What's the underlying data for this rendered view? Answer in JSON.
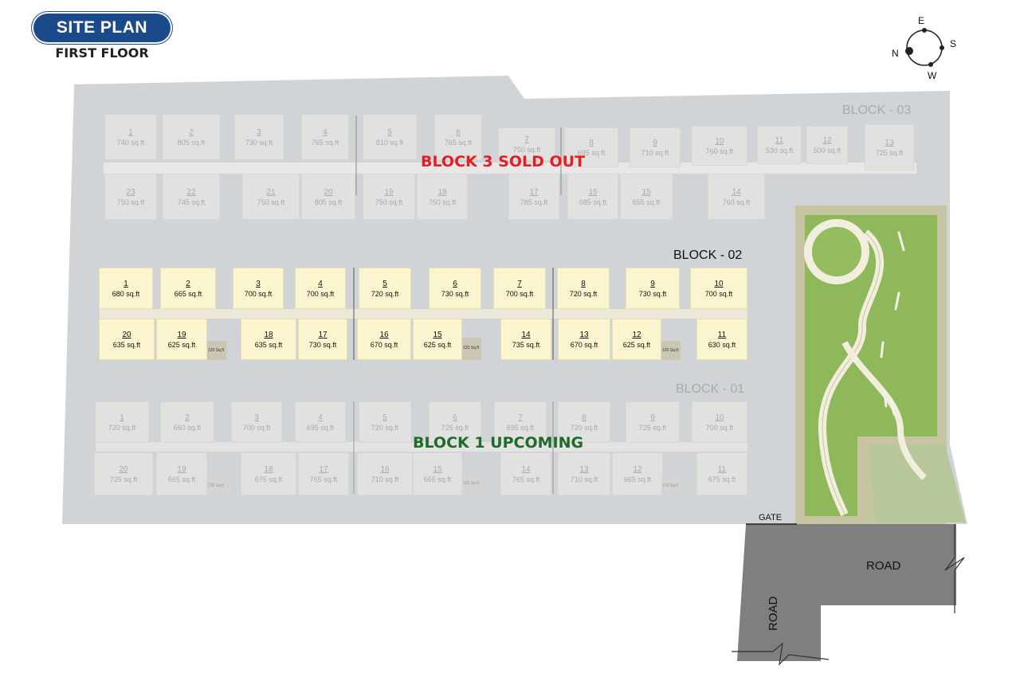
{
  "header": {
    "title": "SITE PLAN",
    "floor": "FIRST FLOOR"
  },
  "compass": {
    "north": "N",
    "east": "E",
    "south": "S",
    "west": "W"
  },
  "blocks": {
    "block3": {
      "label": "BLOCK - 03",
      "status": "BLOCK 3 SOLD OUT",
      "status_color": "#e31e24",
      "top_row": [
        {
          "num": "1",
          "area": "740 sq.ft"
        },
        {
          "num": "2",
          "area": "805 sq.ft"
        },
        {
          "num": "3",
          "area": "730 sq.ft"
        },
        {
          "num": "4",
          "area": "765 sq.ft"
        },
        {
          "num": "5",
          "area": "810 sq.ft"
        },
        {
          "num": "6",
          "area": "765 sq.ft"
        },
        {
          "num": "7",
          "area": "750 sq.ft"
        },
        {
          "num": "8",
          "area": "695 sq.ft"
        },
        {
          "num": "9",
          "area": "710 sq.ft"
        },
        {
          "num": "10",
          "area": "760 sq.ft"
        },
        {
          "num": "11",
          "area": "530 sq.ft"
        },
        {
          "num": "12",
          "area": "500 sq.ft"
        },
        {
          "num": "13",
          "area": "725 sq.ft"
        }
      ],
      "bottom_row": [
        {
          "num": "23",
          "area": "750 sq.ft"
        },
        {
          "num": "22",
          "area": "745 sq.ft"
        },
        {
          "num": "21",
          "area": "750 sq.ft"
        },
        {
          "num": "20",
          "area": "805 sq.ft"
        },
        {
          "num": "19",
          "area": "750 sq.ft"
        },
        {
          "num": "18",
          "area": "750 sq.ft"
        },
        {
          "num": "17",
          "area": "785 sq.ft"
        },
        {
          "num": "16",
          "area": "685 sq.ft"
        },
        {
          "num": "15",
          "area": "655 sq.ft"
        },
        {
          "num": "14",
          "area": "760 sq.ft"
        }
      ]
    },
    "block2": {
      "label": "BLOCK - 02",
      "top_row": [
        {
          "num": "1",
          "area": "680 sq.ft"
        },
        {
          "num": "2",
          "area": "665 sq.ft"
        },
        {
          "num": "3",
          "area": "700 sq.ft"
        },
        {
          "num": "4",
          "area": "700 sq.ft"
        },
        {
          "num": "5",
          "area": "720 sq.ft"
        },
        {
          "num": "6",
          "area": "730 sq.ft"
        },
        {
          "num": "7",
          "area": "700 sq.ft"
        },
        {
          "num": "8",
          "area": "720 sq.ft"
        },
        {
          "num": "9",
          "area": "730 sq.ft"
        },
        {
          "num": "10",
          "area": "700 sq.ft"
        }
      ],
      "bottom_row": [
        {
          "num": "20",
          "area": "635 sq.ft"
        },
        {
          "num": "19",
          "area": "625 sq.ft"
        },
        {
          "num": "18",
          "area": "635 sq.ft"
        },
        {
          "num": "17",
          "area": "730 sq.ft"
        },
        {
          "num": "16",
          "area": "670 sq.ft"
        },
        {
          "num": "15",
          "area": "625 sq.ft"
        },
        {
          "num": "14",
          "area": "735 sq.ft"
        },
        {
          "num": "13",
          "area": "670 sq.ft"
        },
        {
          "num": "12",
          "area": "625 sq.ft"
        },
        {
          "num": "11",
          "area": "630 sq.ft"
        }
      ],
      "utility_label": "120 Sq.ft"
    },
    "block1": {
      "label": "BLOCK - 01",
      "status": "BLOCK 1 UPCOMING",
      "status_color": "#1e6b2a",
      "top_row": [
        {
          "num": "1",
          "area": "720 sq.ft"
        },
        {
          "num": "2",
          "area": "660 sq.ft"
        },
        {
          "num": "3",
          "area": "700 sq.ft"
        },
        {
          "num": "4",
          "area": "695 sq.ft"
        },
        {
          "num": "5",
          "area": "720 sq.ft"
        },
        {
          "num": "6",
          "area": "725 sq.ft"
        },
        {
          "num": "7",
          "area": "695 sq.ft"
        },
        {
          "num": "8",
          "area": "720 sq.ft"
        },
        {
          "num": "9",
          "area": "725 sq.ft"
        },
        {
          "num": "10",
          "area": "700 sq.ft"
        }
      ],
      "bottom_row": [
        {
          "num": "20",
          "area": "725 sq.ft"
        },
        {
          "num": "19",
          "area": "665 sq.ft"
        },
        {
          "num": "18",
          "area": "675 sq.ft"
        },
        {
          "num": "17",
          "area": "765 sq.ft"
        },
        {
          "num": "16",
          "area": "710 sq.ft"
        },
        {
          "num": "15",
          "area": "665 sq.ft"
        },
        {
          "num": "14",
          "area": "765 sq.ft"
        },
        {
          "num": "13",
          "area": "710 sq.ft"
        },
        {
          "num": "12",
          "area": "665 sq.ft"
        },
        {
          "num": "11",
          "area": "675 sq.ft"
        }
      ],
      "utility_label": "120 Sq.ft"
    }
  },
  "site": {
    "gate_label": "GATE",
    "road_label_east": "ROAD",
    "road_label_south": "ROAD"
  },
  "colors": {
    "site_ground": "#d1d4d6",
    "lawn": "#8fb85a",
    "road": "#808080",
    "brand_blue": "#1b4a8c"
  }
}
